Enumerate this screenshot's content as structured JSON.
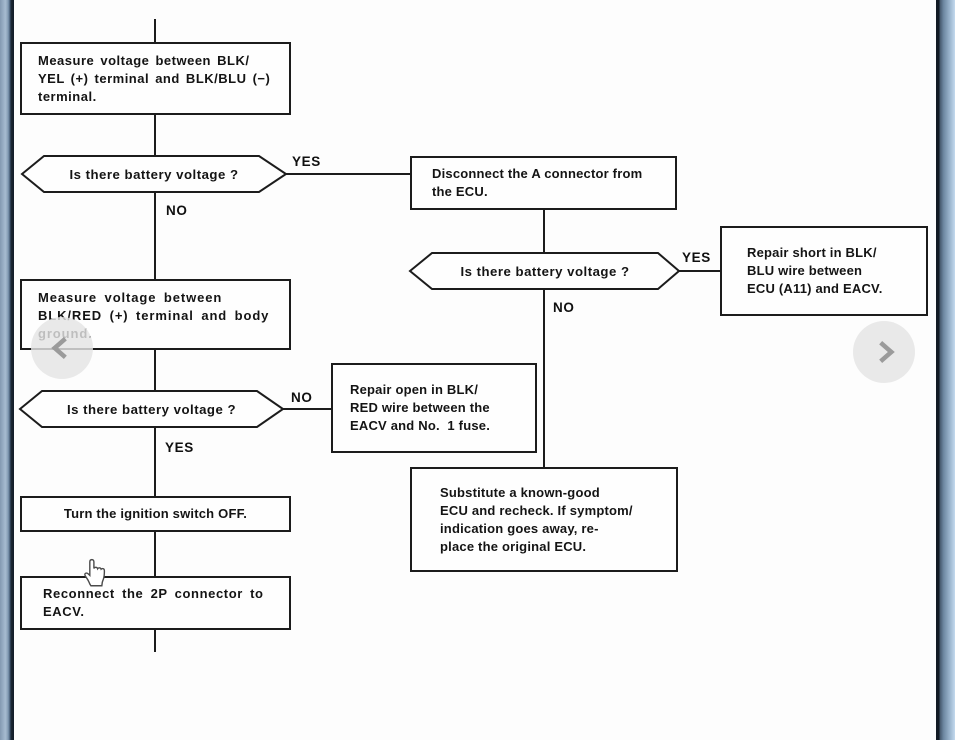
{
  "viewer": {
    "nav": {
      "prev_icon": "chevron-left",
      "next_icon": "chevron-right"
    },
    "cursor_icon": "hand-pointer",
    "colors": {
      "frame_blue_light": "#a6bbd0",
      "frame_blue_dark": "#18242f",
      "line_color": "#1c1c1c",
      "paper": "#fdfdfd"
    }
  },
  "flowchart": {
    "boxes": {
      "measure_blk_yel": {
        "text": "Measure voltage between BLK/\nYEL (+) terminal and BLK/BLU (−)\nterminal."
      },
      "disconnect_a": {
        "text": "Disconnect the A connector from\nthe ECU."
      },
      "repair_short": {
        "text": "Repair short in BLK/\nBLU wire between\nECU (A11) and EACV."
      },
      "measure_blk_red": {
        "text": "Measure voltage between\nBLK/RED (+) terminal and body\nground."
      },
      "repair_open": {
        "text": "Repair open in BLK/\nRED wire between the\nEACV and No.  1 fuse."
      },
      "ignition_off": {
        "text": "Turn the ignition switch OFF."
      },
      "reconnect_2p": {
        "text": "Reconnect the 2P connector to\nEACV."
      },
      "substitute_ecu": {
        "text": "Substitute a known-good\nECU and recheck. If symptom/\nindication goes away, re-\nplace the original ECU."
      }
    },
    "decisions": {
      "d1": {
        "text": "Is there battery voltage ?",
        "yes": "YES",
        "no": "NO"
      },
      "d2": {
        "text": "Is there battery voltage ?",
        "yes": "YES",
        "no": "NO"
      },
      "d3": {
        "text": "Is there battery voltage ?",
        "yes": "YES",
        "no": "NO"
      }
    }
  }
}
